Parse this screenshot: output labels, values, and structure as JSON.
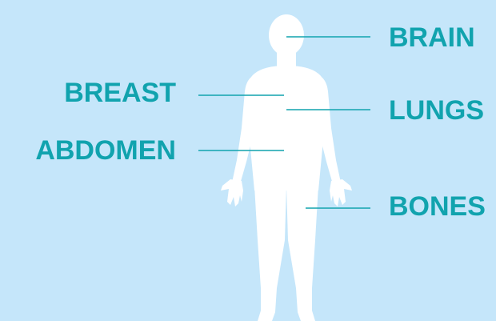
{
  "diagram": {
    "background_color": "#c5e6fa",
    "accent_color": "#11a3ae",
    "silhouette_color": "#ffffff",
    "labels": {
      "brain": "BRAIN",
      "breast": "BREAST",
      "lungs": "LUNGS",
      "abdomen": "ABDOMEN",
      "bones": "BONES"
    }
  }
}
